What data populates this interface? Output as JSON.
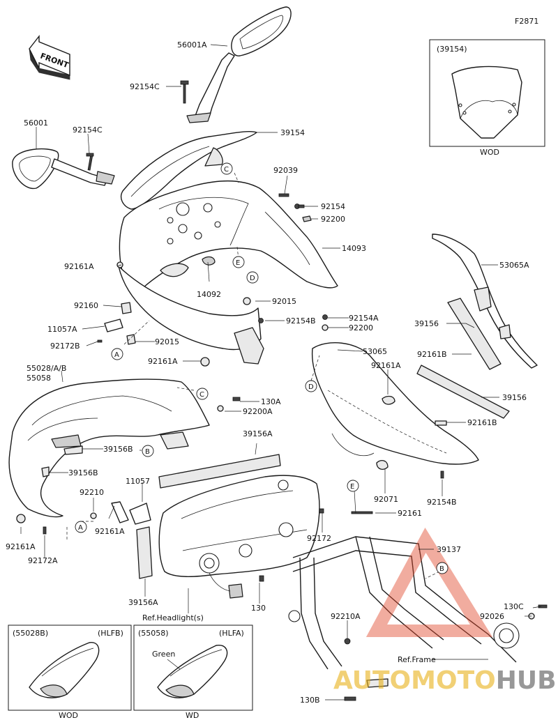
{
  "figure_code": "F2871",
  "front_label": "FRONT",
  "labels": {
    "p56001A": "56001A",
    "p92154C_top": "92154C",
    "p56001": "56001",
    "p92154C_left": "92154C",
    "p39154": "39154",
    "p92039": "92039",
    "p92154": "92154",
    "p92200_top": "92200",
    "p14093": "14093",
    "p92161A_left": "92161A",
    "p14092": "14092",
    "p92015_right": "92015",
    "p92160": "92160",
    "p92154B_mid": "92154B",
    "p92200_mid": "92200",
    "p11057A": "11057A",
    "p92172B": "92172B",
    "p92015_left": "92015",
    "p92161A_mid": "92161A",
    "p53065A": "53065A",
    "p39156_right": "39156",
    "p92161B_right": "92161B",
    "p53065": "53065",
    "p92161A_right": "92161A",
    "p39156_lower": "39156",
    "p92161B_lower": "92161B",
    "p55028": "55028/A/B",
    "p55058": "55058",
    "p130A": "130A",
    "p92200A": "92200A",
    "p39156B_a": "39156B",
    "p39156A_top": "39156A",
    "p39156B_b": "39156B",
    "p11057": "11057",
    "p92210": "92210",
    "p92161A_low": "92161A",
    "p92161A_lowleft": "92161A",
    "p92172A": "92172A",
    "p92172": "92172",
    "p92071": "92071",
    "p92154B_low": "92154B",
    "p92161": "92161",
    "p39137": "39137",
    "p39156A_low": "39156A",
    "p130": "130",
    "p130C": "130C",
    "p92026": "92026",
    "p92210A": "92210A",
    "p130B": "130B",
    "ref_headlight": "Ref.Headlight(s)",
    "ref_frame": "Ref.Frame"
  },
  "callouts": {
    "c1": "C",
    "c2": "C",
    "e1": "E",
    "e2": "E",
    "d1": "D",
    "d2": "D",
    "a1": "A",
    "a2": "A",
    "b1": "B",
    "b2": "B"
  },
  "insets": {
    "windshield": {
      "code": "(39154)",
      "caption": "WOD"
    },
    "cowl_b": {
      "code": "(55028B)",
      "variant": "(HLFB)",
      "caption": "WOD"
    },
    "cowl_58": {
      "code": "(55058)",
      "variant": "(HLFA)",
      "color": "Green",
      "caption": "WD"
    }
  },
  "watermark": {
    "text_red": "AUTOMOTO",
    "text_dark": "HUB",
    "color_red": "#e0462b",
    "color_yellow": "#e8b21a"
  },
  "icons": [
    "front-arrow-icon",
    "watermark-triangle-logo"
  ]
}
